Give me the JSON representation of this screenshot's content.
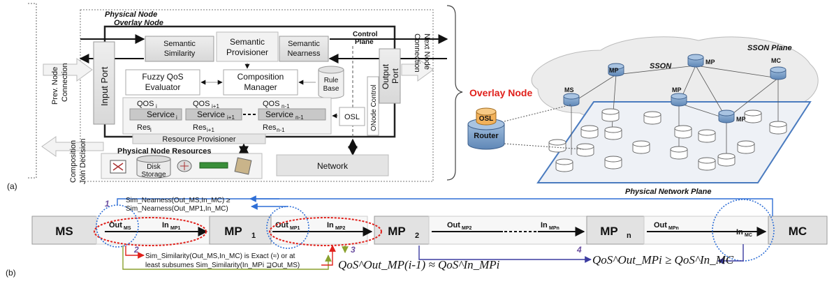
{
  "a": {
    "label": "(a)",
    "physical_node": "Physical Node",
    "overlay_node_title": "Overlay Node",
    "semantic_similarity": [
      "Semantic",
      "Similarity"
    ],
    "semantic_provisioner": [
      "Semantic",
      "Provisioner"
    ],
    "semantic_nearness": [
      "Semantic",
      "Nearness"
    ],
    "control_plane": [
      "Control",
      "Plane"
    ],
    "input_port": "Input Port",
    "output_port": [
      "Output",
      "Port"
    ],
    "prev_node": [
      "Prev. Node",
      "Connection"
    ],
    "next_node": [
      "Next Node",
      "Connection"
    ],
    "composition_join": [
      "Composition",
      "Join Decision"
    ],
    "fuzzy_qos": [
      "Fuzzy QoS",
      "Evaluator"
    ],
    "composition_manager": [
      "Composition",
      "Manager"
    ],
    "rule_base": [
      "Rule",
      "Base"
    ],
    "onode_control": "ONode Control",
    "osl": "OSL",
    "resource_provisioner": "Resource Provisioner",
    "physical_node_resources": "Physical Node Resources",
    "disk_storage": [
      "Disk",
      "Storage"
    ],
    "network": "Network",
    "services": [
      {
        "qos": "QOS",
        "qos_sub": "i",
        "name": "Service",
        "name_sub": "i",
        "res": "Res",
        "res_sub": "i"
      },
      {
        "qos": "QOS",
        "qos_sub": "i+1",
        "name": "Service",
        "name_sub": "i+1",
        "res": "Res",
        "res_sub": "i+1"
      },
      {
        "qos": "QOS",
        "qos_sub": "n-1",
        "name": "Service",
        "name_sub": "n-1",
        "res": "Res",
        "res_sub": "n-1"
      }
    ]
  },
  "right": {
    "sson_plane": "SSON Plane",
    "sson": "SSON",
    "overlay_node": "Overlay Node",
    "osl": "OSL",
    "router": "Router",
    "physical_network_plane": "Physical Network Plane",
    "nodes": [
      "MP",
      "MC",
      "MS",
      "MP",
      "MP"
    ]
  },
  "b": {
    "label": "(b)",
    "ms": "MS",
    "mp1": "MP",
    "mp1_sub": "1",
    "mp2": "MP",
    "mp2_sub": "2",
    "mpn": "MP",
    "mpn_sub": "n",
    "mc": "MC",
    "ports": {
      "out_ms": "Out",
      "out_ms_sub": "MS",
      "in_mp1": "In",
      "in_mp1_sub": "MP1",
      "out_mp1": "Out",
      "out_mp1_sub": "MP1",
      "in_mp2": "In",
      "in_mp2_sub": "MP2",
      "out_mp2": "Out",
      "out_mp2_sub": "MP2",
      "in_mpn": "In",
      "in_mpn_sub": "MPn",
      "out_mpn": "Out",
      "out_mpn_sub": "MPn",
      "in_mc": "In",
      "in_mc_sub": "MC"
    },
    "step1": "1",
    "step2": "2",
    "step3": "3",
    "step4": "4",
    "nearness_line1": "Sim_Nearness(Out_MS,In_MC) ≥",
    "nearness_line2": "Sim_Nearness(Out_MP1,In_MC)",
    "similarity_line1": "Sim_Similarity(Out_MS,In_MC) is Exact (≈) or at",
    "similarity_line2": "least subsumes Sim_Similarity(In_MPi ⊒Out_MS)",
    "qos3": "QoS^Out_MP(i-1) ≈ QoS^In_MPi",
    "qos4": "QoS^Out_MPi ≥ QoS^In_MC"
  }
}
